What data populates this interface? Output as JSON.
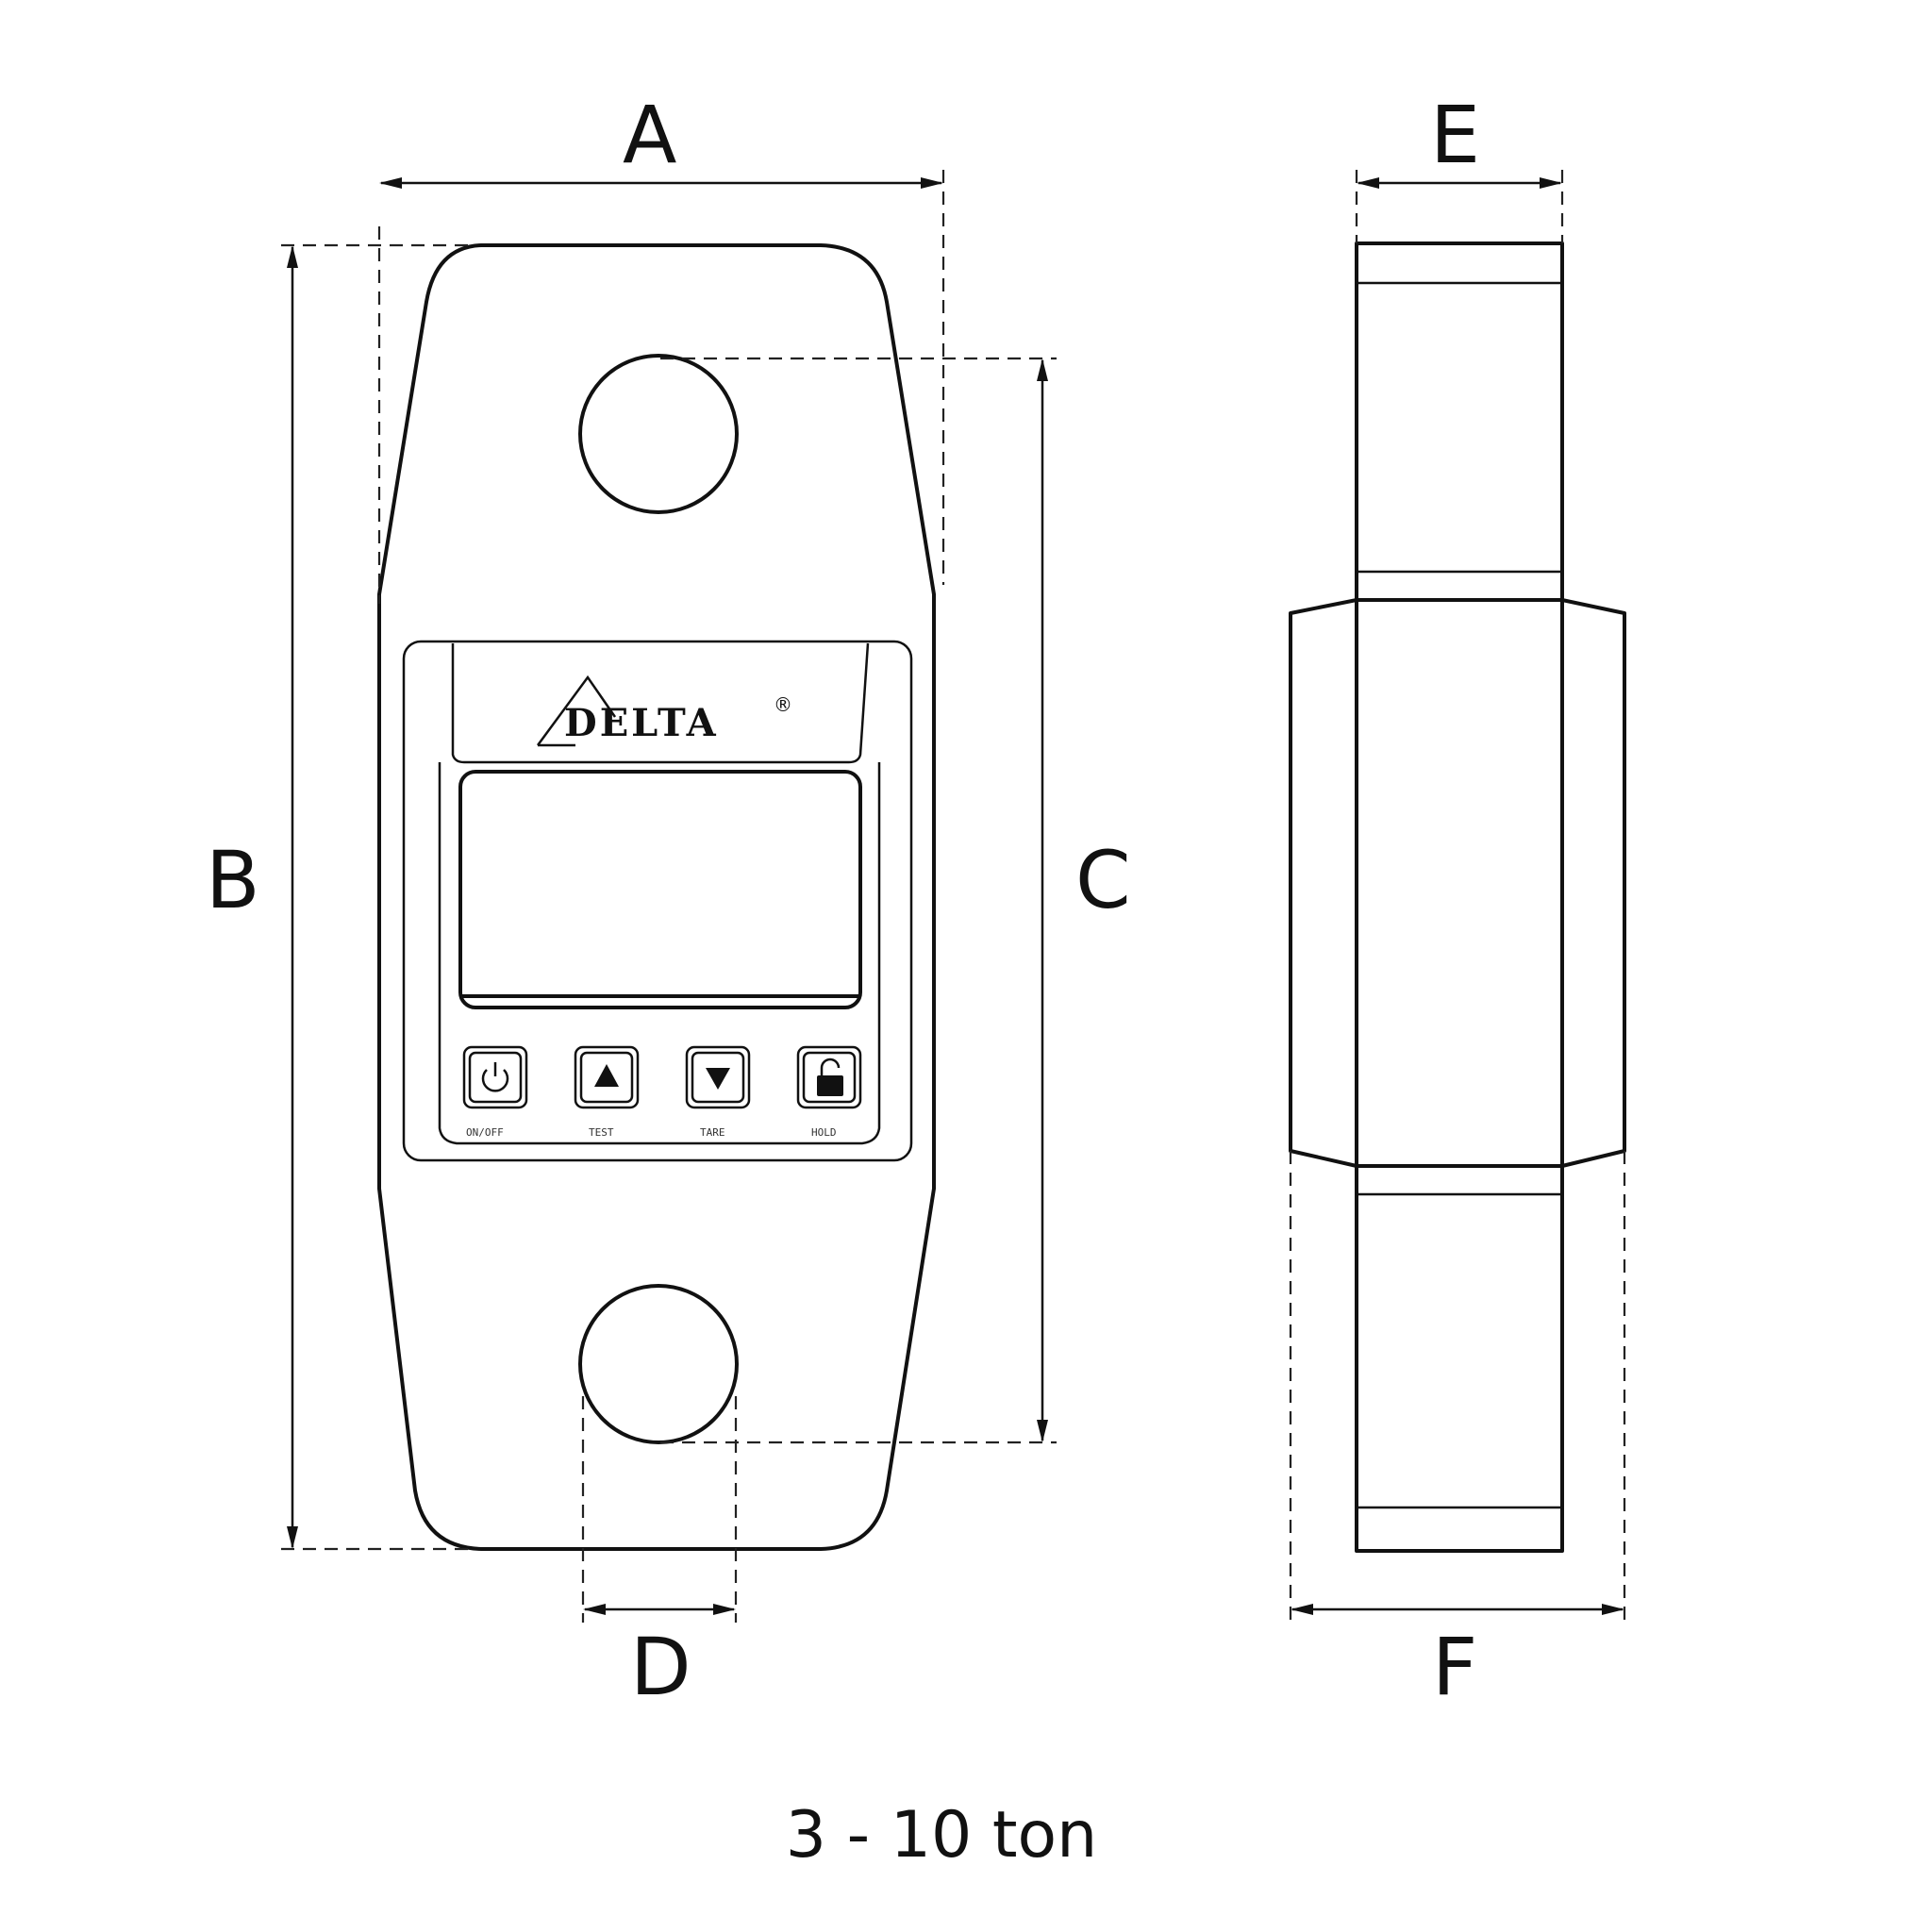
{
  "dimensions": {
    "A": "A",
    "B": "B",
    "C": "C",
    "D": "D",
    "E": "E",
    "F": "F"
  },
  "device": {
    "brand": "DELTA",
    "registered_mark": "®",
    "buttons": [
      {
        "icon": "power-icon",
        "label": "ON/OFF"
      },
      {
        "icon": "up-triangle-icon",
        "label": "TEST"
      },
      {
        "icon": "down-triangle-icon",
        "label": "TARE"
      },
      {
        "icon": "lock-icon",
        "label": "HOLD"
      }
    ]
  },
  "caption": "3 - 10 ton",
  "colors": {
    "line": "#111111",
    "background": "#ffffff"
  }
}
